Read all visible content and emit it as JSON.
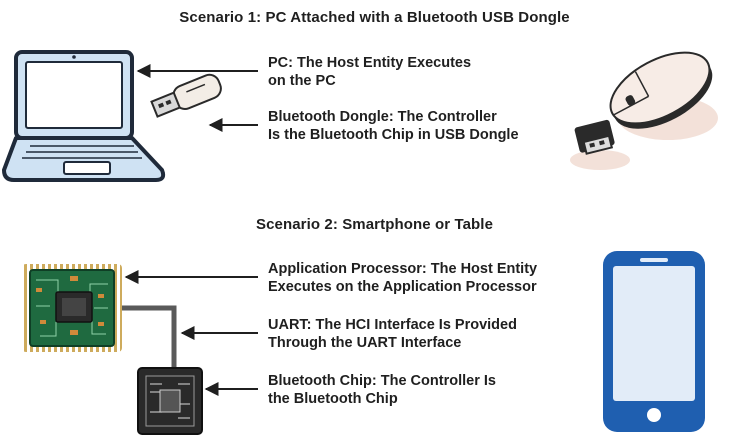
{
  "scenario1": {
    "title": "Scenario 1: PC Attached with a Bluetooth USB Dongle",
    "pc_label": {
      "line1": "PC: The Host Entity Executes",
      "line2": "on the PC"
    },
    "dongle_label": {
      "line1": "Bluetooth Dongle: The Controller",
      "line2": "Is the Bluetooth Chip in USB Dongle"
    }
  },
  "scenario2": {
    "title": "Scenario 2: Smartphone or Table",
    "ap_label": {
      "line1": "Application Processor: The Host Entity",
      "line2": "Executes on the Application Processor"
    },
    "uart_label": {
      "line1": "UART: The HCI Interface Is Provided",
      "line2": "Through the UART Interface"
    },
    "chip_label": {
      "line1": "Bluetooth Chip: The Controller Is",
      "line2": "the Bluetooth Chip"
    }
  },
  "colors": {
    "text": "#1f1f1f",
    "arrow": "#1f1f1f",
    "phone_blue": "#1f5fb0",
    "phone_screen": "#e2ecf8",
    "pcb_green": "#1f6a40",
    "chip_dark": "#2a2a2a"
  },
  "icons": [
    "laptop-icon",
    "usb-dongle-icon",
    "mouse-with-dongle-icon",
    "application-processor-pcb-icon",
    "bluetooth-chip-icon",
    "smartphone-icon"
  ]
}
